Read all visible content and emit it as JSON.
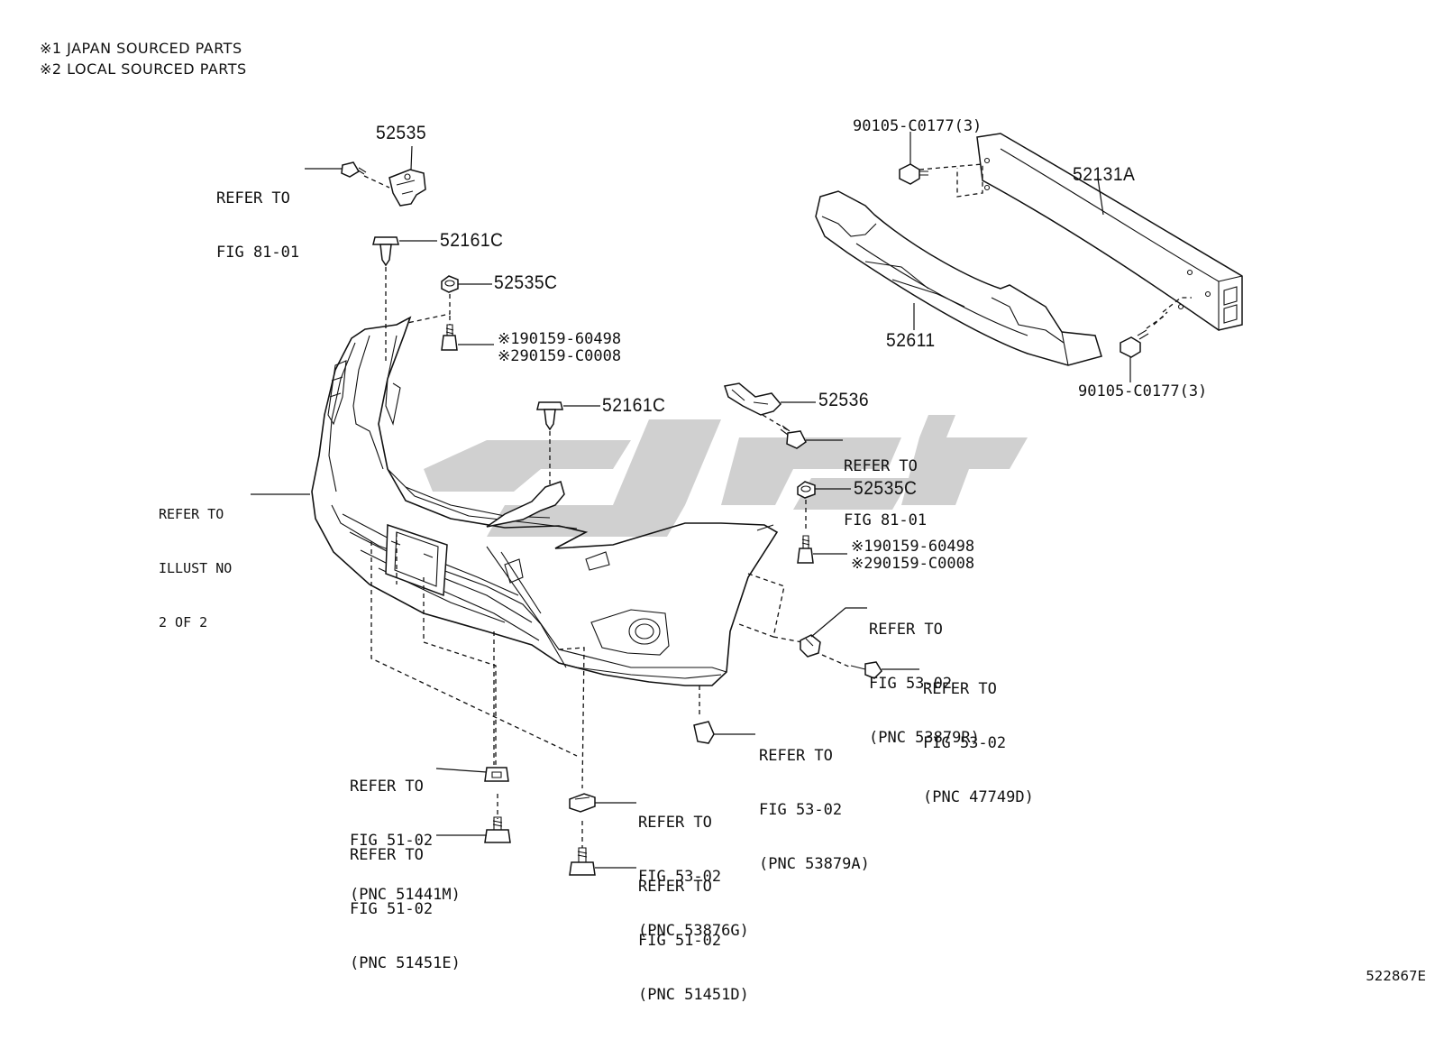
{
  "notes": {
    "line1": "※1 JAPAN SOURCED PARTS",
    "line2": "※2 LOCAL SOURCED PARTS"
  },
  "watermark_color": "#c8c8c8",
  "parts": {
    "p52535": "52535",
    "p52161c_top": "52161C",
    "p52535c_top": "52535C",
    "bolt_top_1": "※190159-60498",
    "bolt_top_2": "※290159-C0008",
    "p52161c_mid": "52161C",
    "p52536": "52536",
    "p52535c_mid": "52535C",
    "bolt_mid_1": "※190159-60498",
    "bolt_mid_2": "※290159-C0008",
    "p90105_top": "90105-C0177(3)",
    "p52131a": "52131A",
    "p52611": "52611",
    "p90105_bottom": "90105-C0177(3)"
  },
  "refs": {
    "fig81_left": {
      "l1": "REFER TO",
      "l2": "FIG 81-01"
    },
    "fig81_right": {
      "l1": "REFER TO",
      "l2": "FIG 81-01"
    },
    "illust": {
      "l1": "REFER TO",
      "l2": "ILLUST NO",
      "l3": "2 OF 2"
    },
    "fig53_r": {
      "l1": "REFER TO",
      "l2": "FIG 53-02",
      "l3": "(PNC 53879R)"
    },
    "fig53_d": {
      "l1": "REFER TO",
      "l2": "FIG 53-02",
      "l3": "(PNC 47749D)"
    },
    "fig53_a": {
      "l1": "REFER TO",
      "l2": "FIG 53-02",
      "l3": "(PNC 53879A)"
    },
    "fig51_m": {
      "l1": "REFER TO",
      "l2": "FIG 51-02",
      "l3": "(PNC 51441M)"
    },
    "fig51_e": {
      "l1": "REFER TO",
      "l2": "FIG 51-02",
      "l3": "(PNC 51451E)"
    },
    "fig53_g": {
      "l1": "REFER TO",
      "l2": "FIG 53-02",
      "l3": "(PNC 53876G)"
    },
    "fig51_d": {
      "l1": "REFER TO",
      "l2": "FIG 51-02",
      "l3": "(PNC 51451D)"
    }
  },
  "illustration_id": "522867E"
}
